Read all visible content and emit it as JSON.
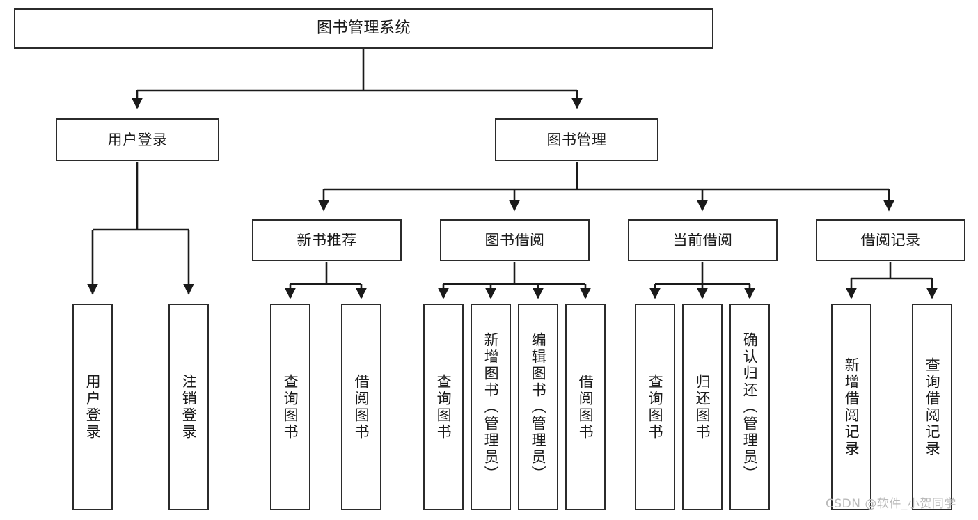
{
  "diagram": {
    "title": "图书管理系统",
    "type": "tree-hierarchy",
    "watermark": "CSDN @软件_小贺同学",
    "colors": {
      "background": "#ffffff",
      "box_border": "#2b2b2b",
      "box_fill": "#ffffff",
      "text": "#1a1a1a",
      "connector": "#1a1a1a",
      "watermark_text": "#b9b9b9"
    },
    "nodes": {
      "root": {
        "label": "图书管理系统",
        "level": 0
      },
      "level1": [
        {
          "id": "user-login",
          "label": "用户登录"
        },
        {
          "id": "book-management",
          "label": "图书管理"
        }
      ],
      "level2": [
        {
          "id": "new-book-recommend",
          "label": "新书推荐"
        },
        {
          "id": "book-borrow",
          "label": "图书借阅"
        },
        {
          "id": "current-borrow",
          "label": "当前借阅"
        },
        {
          "id": "borrow-record",
          "label": "借阅记录"
        }
      ],
      "leaves": {
        "user_login": [
          {
            "id": "leaf-user-login",
            "label": "用户登录"
          },
          {
            "id": "leaf-logout-login",
            "label": "注销登录"
          }
        ],
        "new_book_recommend": [
          {
            "id": "leaf-query-book-1",
            "label": "查询图书"
          },
          {
            "id": "leaf-borrow-book-1",
            "label": "借阅图书"
          }
        ],
        "book_borrow": [
          {
            "id": "leaf-query-book-2",
            "label": "查询图书"
          },
          {
            "id": "leaf-add-book",
            "label": "新增图书（管理员）"
          },
          {
            "id": "leaf-edit-book",
            "label": "编辑图书（管理员）"
          },
          {
            "id": "leaf-borrow-book-2",
            "label": "借阅图书"
          }
        ],
        "current_borrow": [
          {
            "id": "leaf-query-book-3",
            "label": "查询图书"
          },
          {
            "id": "leaf-return-book",
            "label": "归还图书"
          },
          {
            "id": "leaf-confirm-return",
            "label": "确认归还（管理员）"
          }
        ],
        "borrow_record": [
          {
            "id": "leaf-add-record",
            "label": "新增借阅记录"
          },
          {
            "id": "leaf-query-record",
            "label": "查询借阅记录"
          }
        ]
      }
    }
  }
}
